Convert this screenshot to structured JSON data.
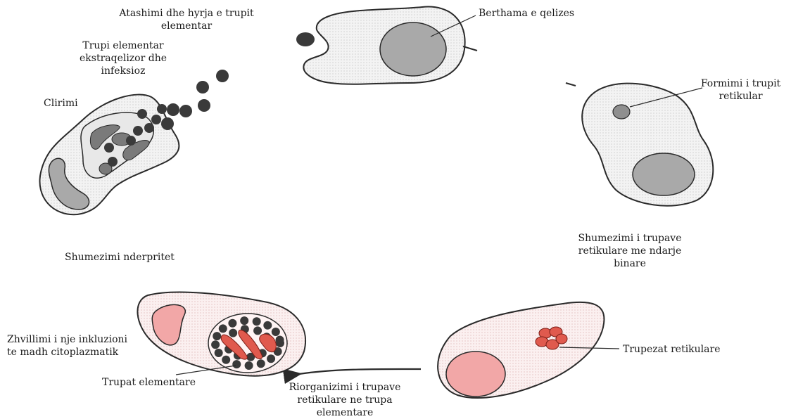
{
  "labels": {
    "attachment": "Atashimi dhe hyrja e trupit\nelementar",
    "nucleus": "Berthama e qelizes",
    "extracellular": "Trupi elementar\nekstraqelizor dhe\ninfeksioz",
    "release": "Clirimi",
    "reticular_formation": "Formimi i trupit\nretikular",
    "binary_fission": "Shumezimi i trupave\nretikulare me ndarje\nbinare",
    "multiplication_stops": "Shumezimi nderpritet",
    "inclusion": "Zhvillimi i nje inkluzioni\nte madh citoplazmatik",
    "reticular_bodies": "Trupezat retikulare",
    "elementary_bodies": "Trupat elementare",
    "reorganization": "Riorganizimi i trupave\nretikulare ne trupa\nelementare"
  },
  "colors": {
    "cell_fill": "#f1f1f1",
    "nucleus_gray": "#a9a9a9",
    "nucleus_pink": "#f2a7a7",
    "reticular_red": "#e05a4e",
    "cell_pink": "#fbeeee",
    "body_dark": "#3a3a3a",
    "outline": "#2a2a2a"
  }
}
